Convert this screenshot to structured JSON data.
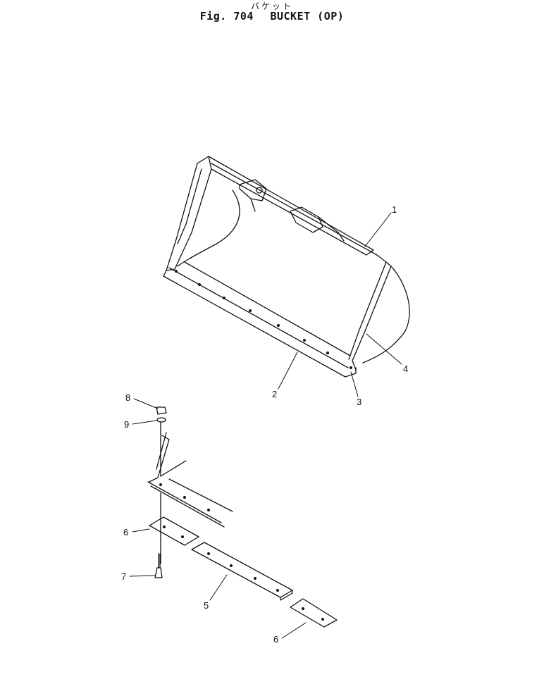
{
  "title_jp": "バケット",
  "figure_number": "Fig. 704",
  "title": "BUCKET (OP)",
  "callouts": [
    "1",
    "2",
    "3",
    "4",
    "5",
    "6",
    "6",
    "7",
    "8",
    "9"
  ]
}
